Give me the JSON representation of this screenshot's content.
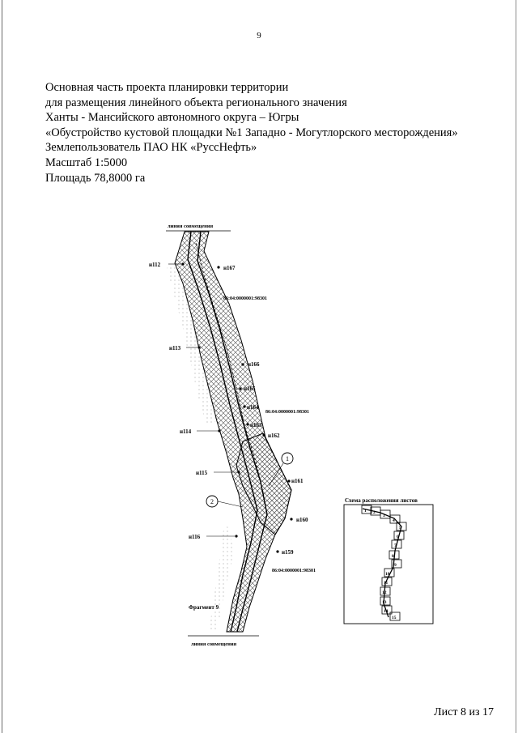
{
  "page_number": "9",
  "header": {
    "lines": [
      "Основная часть проекта планировки территории",
      "для размещения линейного объекта  регионального значения",
      " Ханты - Мансийского автономного  округа – Югры",
      "«Обустройство кустовой площадки №1 Западно - Могутлорского месторождения»",
      "Землепользователь  ПАО НК «РуссНефть»",
      "Масштаб 1:5000",
      "Площадь 78,8000 га"
    ]
  },
  "map": {
    "match_line_top": "линия совмещения",
    "match_line_bottom": "линия совмещения",
    "fragment_label": "Фрагмент 9",
    "cadastral_labels": [
      "86:04:0000001:98301",
      "86:04:0000001:98301",
      "86:04:0000001:98301"
    ],
    "point_labels_left": [
      "н112",
      "н113",
      "н114",
      "н115",
      "н116"
    ],
    "point_labels_right": [
      "н167",
      "н166",
      "н165",
      "н164",
      "н163",
      "н162",
      "н161",
      "н160",
      "н159"
    ],
    "circle_labels": [
      "1",
      "2"
    ]
  },
  "layout_scheme": {
    "title": "Схема расположения листов",
    "sheets": [
      "1",
      "2",
      "3",
      "4",
      "5",
      "6",
      "7",
      "8",
      "9",
      "10",
      "11",
      "12",
      "13",
      "14",
      "15"
    ]
  },
  "footer": {
    "sheet_text": "Лист 8 из 17"
  }
}
